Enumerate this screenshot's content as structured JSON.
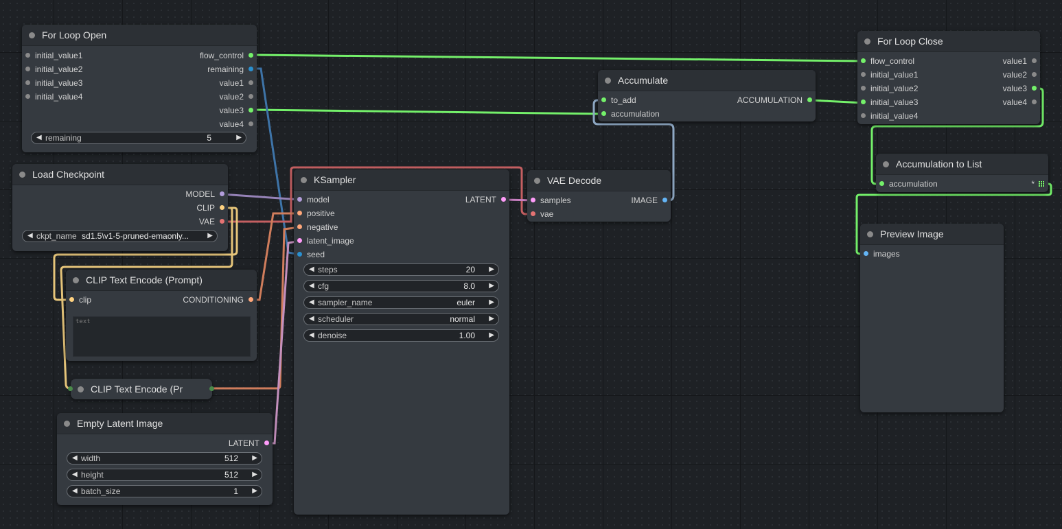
{
  "colors": {
    "flow": "#74f06a",
    "model": "#b39ddb",
    "clip": "#ffd280",
    "vae": "#e57373",
    "conditioning": "#ffa77a",
    "latent": "#ff9cf9",
    "int": "#2a90d0",
    "image": "#64b5f6",
    "any": "#8a8a8a"
  },
  "for_loop_open": {
    "title": "For Loop Open",
    "inputs": [
      "initial_value1",
      "initial_value2",
      "initial_value3",
      "initial_value4"
    ],
    "outputs": [
      "flow_control",
      "remaining",
      "value1",
      "value2",
      "value3",
      "value4"
    ],
    "widget": {
      "label": "remaining",
      "value": "5"
    }
  },
  "load_checkpoint": {
    "title": "Load Checkpoint",
    "outputs": [
      "MODEL",
      "CLIP",
      "VAE"
    ],
    "widget": {
      "label": "ckpt_name",
      "value": "sd1.5\\v1-5-pruned-emaonly..."
    }
  },
  "clip_text_encode": {
    "title": "CLIP Text Encode (Prompt)",
    "input": "clip",
    "output": "CONDITIONING",
    "placeholder": "text"
  },
  "clip_text_encode_collapsed": {
    "title": "CLIP Text Encode (Pr"
  },
  "empty_latent": {
    "title": "Empty Latent Image",
    "output": "LATENT",
    "widgets": [
      {
        "label": "width",
        "value": "512"
      },
      {
        "label": "height",
        "value": "512"
      },
      {
        "label": "batch_size",
        "value": "1"
      }
    ]
  },
  "ksampler": {
    "title": "KSampler",
    "inputs": [
      "model",
      "positive",
      "negative",
      "latent_image",
      "seed"
    ],
    "output": "LATENT",
    "widgets": [
      {
        "label": "steps",
        "value": "20"
      },
      {
        "label": "cfg",
        "value": "8.0"
      },
      {
        "label": "sampler_name",
        "value": "euler"
      },
      {
        "label": "scheduler",
        "value": "normal"
      },
      {
        "label": "denoise",
        "value": "1.00"
      }
    ]
  },
  "vae_decode": {
    "title": "VAE Decode",
    "inputs": [
      "samples",
      "vae"
    ],
    "output": "IMAGE"
  },
  "accumulate": {
    "title": "Accumulate",
    "inputs": [
      "to_add",
      "accumulation"
    ],
    "output": "ACCUMULATION"
  },
  "for_loop_close": {
    "title": "For Loop Close",
    "inputs": [
      "flow_control",
      "initial_value1",
      "initial_value2",
      "initial_value3",
      "initial_value4"
    ],
    "outputs": [
      "value1",
      "value2",
      "value3",
      "value4"
    ]
  },
  "accumulation_to_list": {
    "title": "Accumulation to List",
    "input": "accumulation",
    "output": "*"
  },
  "preview_image": {
    "title": "Preview Image",
    "input": "images"
  },
  "widget_arrows": {
    "left": "◀",
    "right": "▶"
  }
}
